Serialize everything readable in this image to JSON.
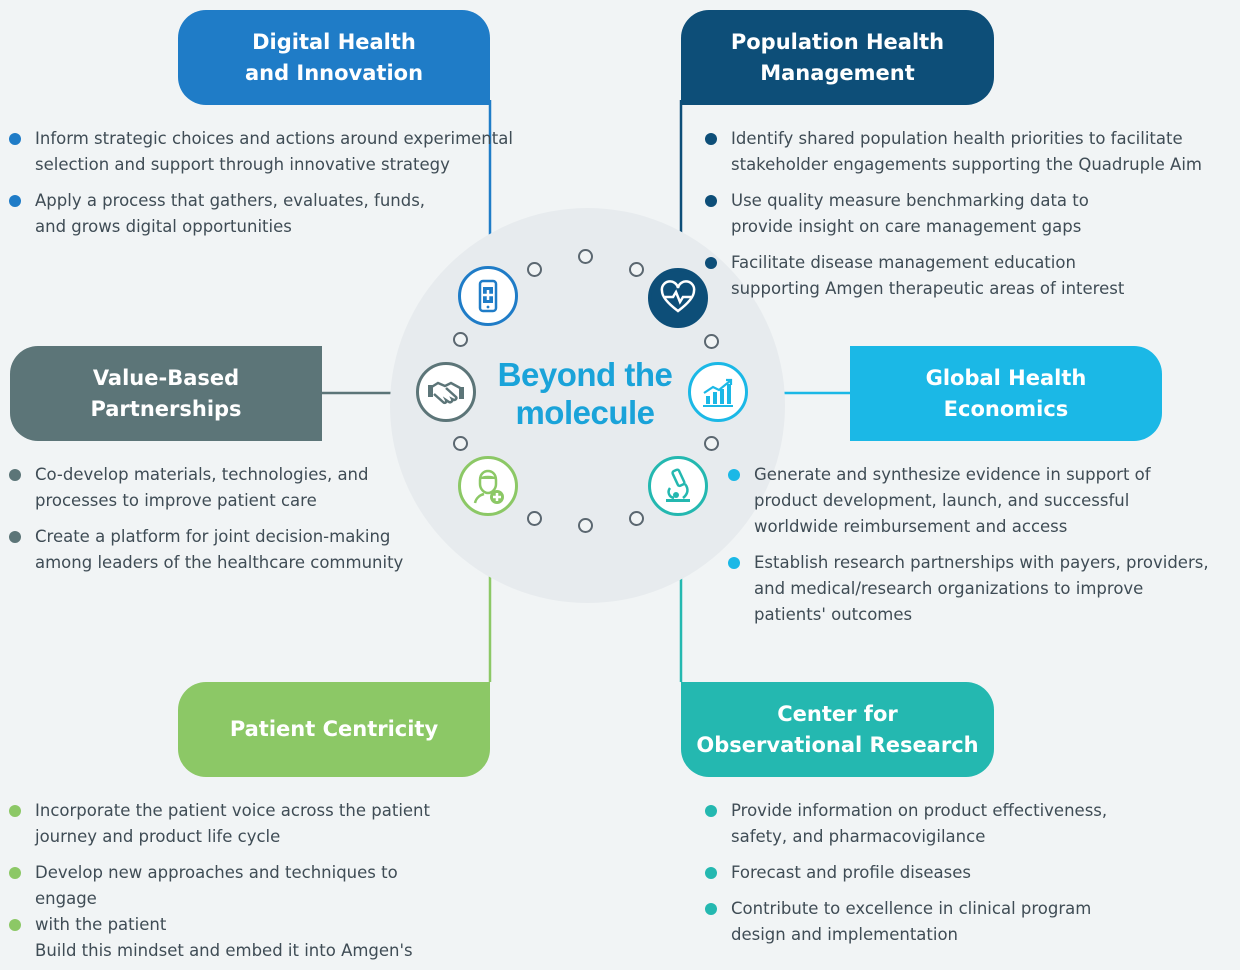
{
  "center": {
    "title_line1": "Beyond the",
    "title_line2": "molecule"
  },
  "colors": {
    "digital": "#1f7cc7",
    "population": "#0d4e78",
    "value": "#5c7578",
    "global": "#1bb8e6",
    "patient": "#8cc866",
    "research": "#24b8b0"
  },
  "sections": {
    "digital": {
      "title_line1": "Digital Health",
      "title_line2": "and Innovation",
      "icon": "smartphone-plus-icon",
      "bullets": [
        [
          "Inform strategic choices and actions around experimental",
          "selection and support through innovative strategy"
        ],
        [
          "Apply a process that gathers, evaluates, funds,",
          "and grows digital opportunities"
        ]
      ]
    },
    "population": {
      "title_line1": "Population Health",
      "title_line2": "Management",
      "icon": "heart-pulse-icon",
      "bullets": [
        [
          "Identify shared population health priorities to facilitate",
          "stakeholder engagements supporting the Quadruple Aim"
        ],
        [
          "Use quality measure benchmarking data to",
          "provide insight on care management gaps"
        ],
        [
          "Facilitate disease management education",
          "supporting Amgen therapeutic areas of interest"
        ]
      ]
    },
    "value": {
      "title_line1": "Value-Based",
      "title_line2": "Partnerships",
      "icon": "handshake-icon",
      "bullets": [
        [
          "Co-develop materials, technologies, and",
          "processes to improve patient care"
        ],
        [
          "Create a platform for joint decision-making",
          "among leaders of the healthcare community"
        ]
      ]
    },
    "global": {
      "title_line1": "Global Health",
      "title_line2": "Economics",
      "icon": "bar-chart-growth-icon",
      "bullets": [
        [
          "Generate and synthesize evidence in support of",
          "product development, launch, and successful",
          "worldwide reimbursement and access"
        ],
        [
          "Establish research partnerships with payers, providers,",
          "and medical/research organizations to improve",
          "patients' outcomes"
        ]
      ]
    },
    "patient": {
      "title_line1": "Patient Centricity",
      "icon": "patient-plus-icon",
      "bullets": [
        [
          "Incorporate the patient voice across the patient",
          "journey and product life cycle"
        ],
        [
          "Develop new approaches and techniques to",
          "engage"
        ],
        [
          "with the patient",
          "Build this mindset and embed it into Amgen's"
        ]
      ]
    },
    "research": {
      "title_line1": "Center for",
      "title_line2": "Observational Research",
      "icon": "microscope-icon",
      "bullets": [
        [
          "Provide information on product effectiveness,",
          "safety, and pharmacovigilance"
        ],
        [
          "Forecast and profile diseases"
        ],
        [
          "Contribute to excellence in clinical program",
          "design and implementation"
        ]
      ]
    }
  }
}
